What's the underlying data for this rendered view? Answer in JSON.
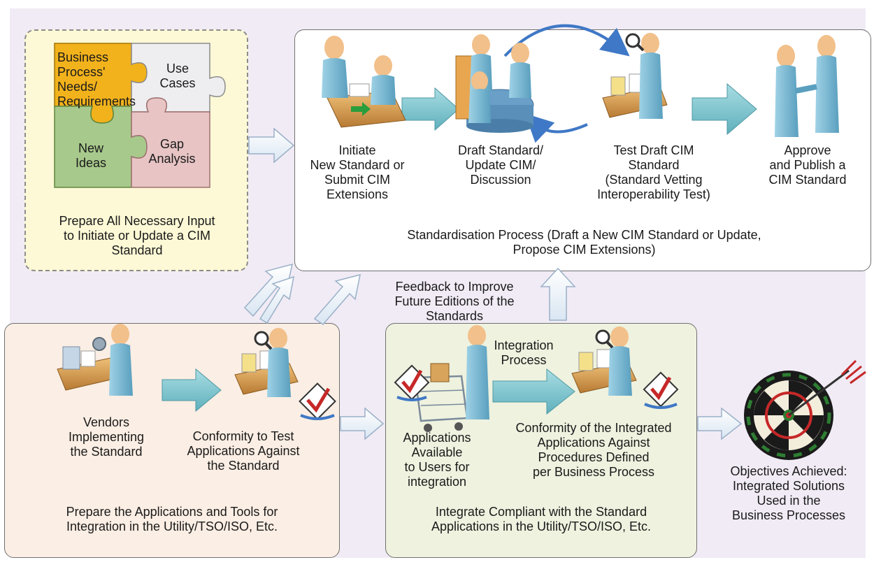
{
  "inputs": {
    "piece_business": "Business\nProcess'\nNeeds/\nRequirements",
    "piece_use_cases": "Use\nCases",
    "piece_new_ideas": "New\nIdeas",
    "piece_gap": "Gap\nAnalysis",
    "caption": "Prepare All Necessary Input\nto Initiate or Update a CIM\nStandard"
  },
  "standardisation": {
    "step1": "Initiate\nNew Standard or\nSubmit CIM\nExtensions",
    "step2": "Draft Standard/\nUpdate CIM/\nDiscussion",
    "step3": "Test Draft CIM\nStandard\n(Standard Vetting\nInteroperability Test)",
    "step4": "Approve\nand Publish a\nCIM Standard",
    "caption": "Standardisation Process (Draft a New CIM Standard or Update,\nPropose CIM Extensions)"
  },
  "feedback": "Feedback to Improve\nFuture Editions of the\nStandards",
  "applications": {
    "step1": "Vendors\nImplementing\nthe Standard",
    "step2": "Conformity to Test\nApplications Against\nthe Standard",
    "caption": "Prepare the Applications and Tools for\nIntegration in the Utility/TSO/ISO, Etc."
  },
  "integration": {
    "process_label": "Integration\nProcess",
    "step1": "Applications\nAvailable\nto Users for\nintegration",
    "step2": "Conformity of the Integrated\nApplications Against\nProcedures Defined\nper Business Process",
    "caption": "Integrate Compliant with the Standard\nApplications in the Utility/TSO/ISO, Etc."
  },
  "objective": "Objectives Achieved:\nIntegrated Solutions\nUsed in the\nBusiness Processes",
  "colors": {
    "input_panel": "#fdf9d6",
    "apps_panel": "#fbeee4",
    "integration_panel": "#eef2df",
    "puzzle_orange": "#f2b21c",
    "puzzle_gray": "#eeeef0",
    "puzzle_green": "#a8c98c",
    "puzzle_pink": "#e8c4c4",
    "arrow_fill": "#7fc4cc",
    "cycle_arrow": "#3f78c6"
  }
}
